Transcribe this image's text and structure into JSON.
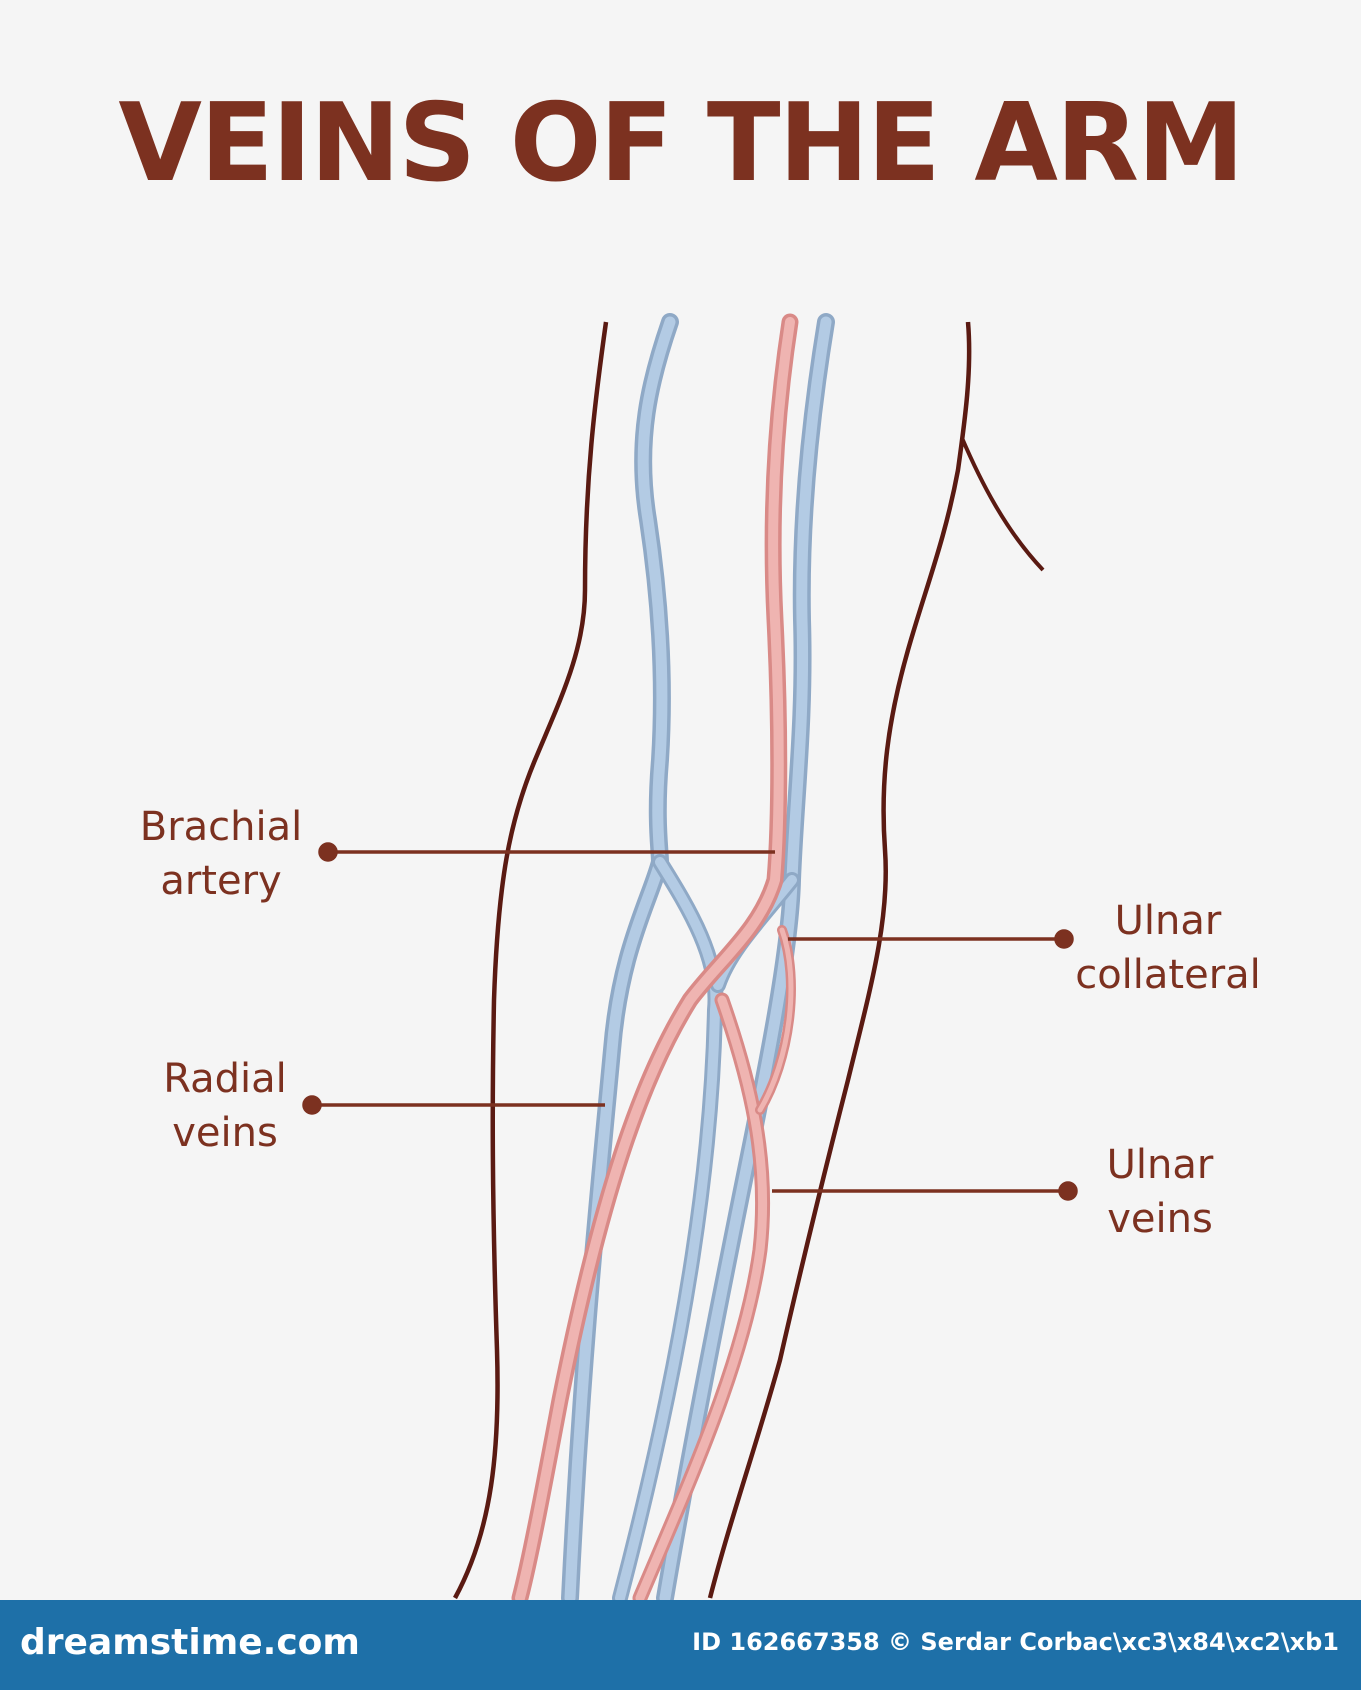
{
  "title": "VEINS OF THE ARM",
  "labels": {
    "brachial_artery": [
      "Brachial",
      "artery"
    ],
    "radial_veins": [
      "Radial",
      "veins"
    ],
    "ulnar_collateral": [
      "Ulnar",
      "collateral"
    ],
    "ulnar_veins": [
      "Ulnar",
      "veins"
    ]
  },
  "footer": {
    "brand": "dreamstime.com",
    "credit": "ID 162667358 © Serdar Corbac\\xc3\\x84\\xc2\\xb1"
  },
  "colors": {
    "outline": "#5a1a12",
    "vein": "#a9c3de",
    "artery": "#e9a6a3",
    "text": "#7c3120",
    "footer": "#1e70a8"
  }
}
